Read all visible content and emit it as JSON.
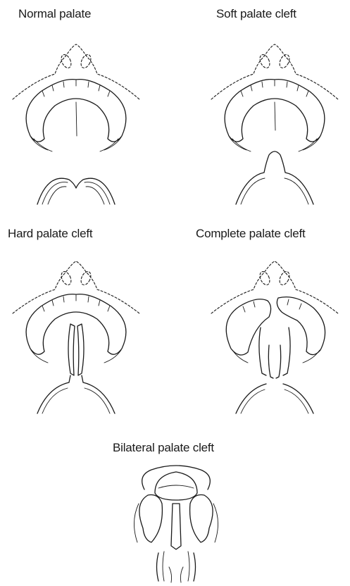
{
  "labels": {
    "normal": "Normal palate",
    "soft": "Soft palate cleft",
    "hard": "Hard palate cleft",
    "complete": "Complete palate cleft",
    "bilateral": "Bilateral palate cleft"
  }
}
